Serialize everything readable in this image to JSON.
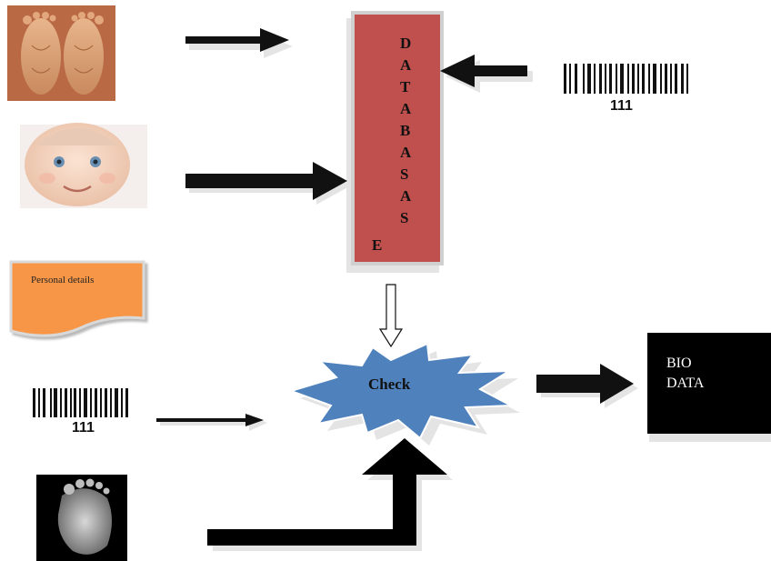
{
  "database_letters": [
    "D",
    "A",
    "T",
    "A",
    "B",
    "A",
    "S",
    "A",
    "S",
    "E"
  ],
  "barcode_top": {
    "code": "111"
  },
  "barcode_left": {
    "code": "111"
  },
  "personal_details": {
    "text": "Personal details"
  },
  "check": {
    "label": "Check"
  },
  "biodata": {
    "line1": "BIO",
    "line2": "DATA"
  },
  "images": {
    "feet_soles": "adult-feet-soles-photo",
    "baby_face": "baby-face-photo",
    "baby_foot": "baby-footprint-photo"
  },
  "colors": {
    "database": "#c0504d",
    "check_star": "#4f81bd",
    "personal_doc": "#f79646",
    "biodata_box": "#000000"
  }
}
